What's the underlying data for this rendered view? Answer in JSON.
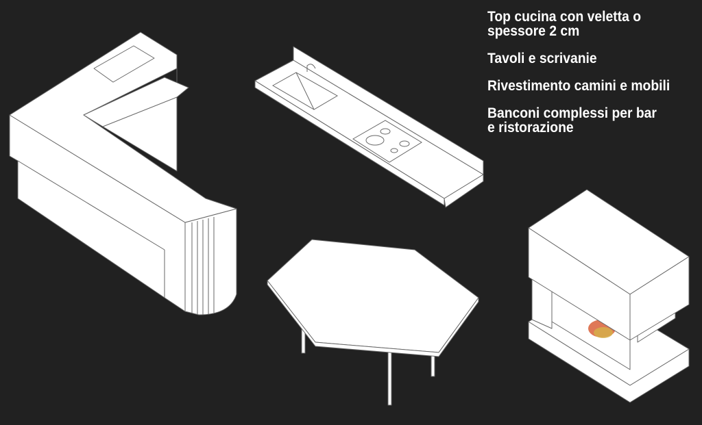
{
  "captions": [
    {
      "line1": "Top cucina con veletta o",
      "line2": "spessore 2 cm"
    },
    {
      "line1": "Tavoli e scrivanie"
    },
    {
      "line1": "Rivestimento camini e mobili"
    },
    {
      "line1": "Banconi complessi per bar",
      "line2": "e ristorazione"
    }
  ],
  "colors": {
    "background": "#212121",
    "drawing": "#ffffff",
    "flame": "#d9603a"
  }
}
